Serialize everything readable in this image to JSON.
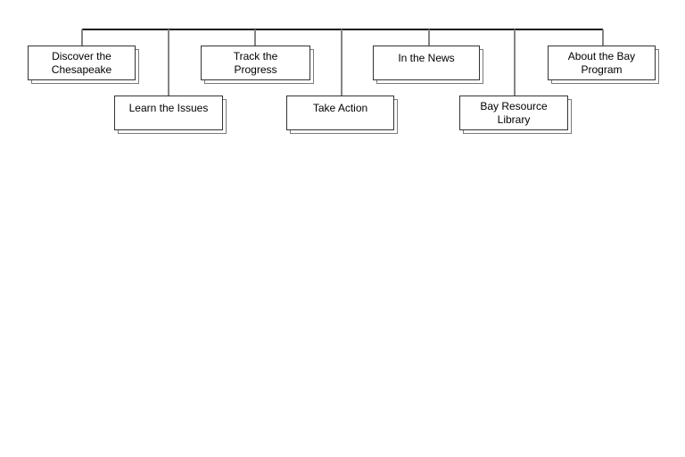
{
  "diagram": {
    "type": "sitemap-tree",
    "title": "",
    "nodes": [
      {
        "id": "discover-the-chesapeake",
        "label": "Discover the\nChesapeake",
        "row": "top"
      },
      {
        "id": "learn-the-issues",
        "label": "Learn the Issues",
        "row": "bottom"
      },
      {
        "id": "track-the-progress",
        "label": "Track the\nProgress",
        "row": "top"
      },
      {
        "id": "take-action",
        "label": "Take Action",
        "row": "bottom"
      },
      {
        "id": "in-the-news",
        "label": "In the News",
        "row": "top"
      },
      {
        "id": "bay-resource-library",
        "label": "Bay Resource\nLibrary",
        "row": "bottom"
      },
      {
        "id": "about-the-bay-program",
        "label": "About the Bay\nProgram",
        "row": "top"
      }
    ],
    "colors": {
      "canvas-bg": "#ffffff",
      "box-bg": "#ffffff",
      "box-border": "#333333",
      "box-shadow": "#7a7a7a",
      "trunk-line": "#1a1a1a",
      "branch-line": "#848484",
      "text": "#000000"
    }
  }
}
